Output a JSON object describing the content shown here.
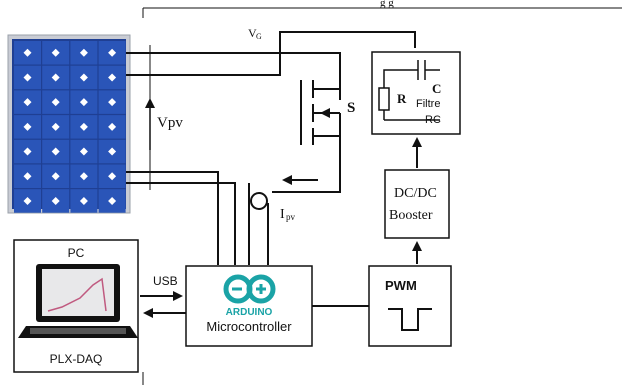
{
  "caption_fragment": "g                  g",
  "labels": {
    "vg_main": "V",
    "vg_sub": "G",
    "vpv": "Vpv",
    "switch": "S",
    "ipv_main": "I",
    "ipv_sub": "pv",
    "usb": "USB",
    "pc": "PC",
    "plx_daq": "PLX-DAQ",
    "arduino": "ARDUINO",
    "microcontroller": "Microcontroller",
    "pwm": "PWM",
    "dcdc_line1": "DC/DC",
    "dcdc_line2": "Booster",
    "resistor": "R",
    "capacitor": "C",
    "filtre_line1": "Filtre",
    "filtre_line2": "RC"
  },
  "colors": {
    "line": "#111111",
    "panel_blue": "#1f3f93",
    "panel_cell": "#2a55b8",
    "panel_frame": "#c9ccd4",
    "arduino_teal": "#1aa3a6",
    "screen_grey": "#e8e8ea",
    "curve_pink": "#c05a80"
  },
  "icons": [
    "solar-panel-icon",
    "laptop-icon",
    "arduino-logo-icon",
    "mosfet-switch-icon",
    "current-sensor-icon",
    "pwm-pulse-icon"
  ]
}
